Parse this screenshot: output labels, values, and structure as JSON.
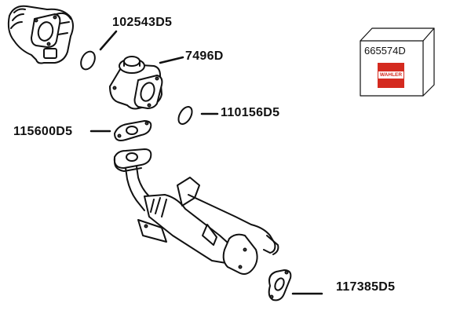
{
  "diagram": {
    "type": "exploded-parts-diagram",
    "subject": "EGR valve and EGR cooler assembly",
    "callouts": [
      {
        "id": "throttle-body-oring",
        "part_number": "102543D5"
      },
      {
        "id": "egr-valve",
        "part_number": "7496D"
      },
      {
        "id": "cooler-oring",
        "part_number": "110156D5"
      },
      {
        "id": "valve-gasket",
        "part_number": "115600D5"
      },
      {
        "id": "cooler-outlet-gasket",
        "part_number": "117385D5"
      }
    ],
    "kit_box": {
      "part_number": "665574D",
      "brand": "WAHLER",
      "brand_color": "#d42a1f"
    }
  }
}
